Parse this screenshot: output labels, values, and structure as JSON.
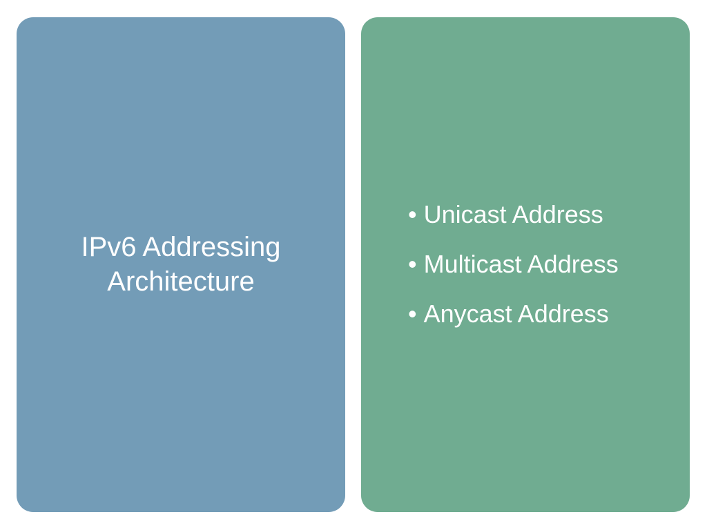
{
  "left_panel": {
    "color": "#739cb7",
    "title_line1": "IPv6 Addressing",
    "title_line2": "Architecture"
  },
  "right_panel": {
    "color": "#70ac91",
    "items": [
      {
        "bullet": "•",
        "label": "Unicast Address"
      },
      {
        "bullet": "•",
        "label": "Multicast Address"
      },
      {
        "bullet": "•",
        "label": "Anycast Address"
      }
    ]
  }
}
